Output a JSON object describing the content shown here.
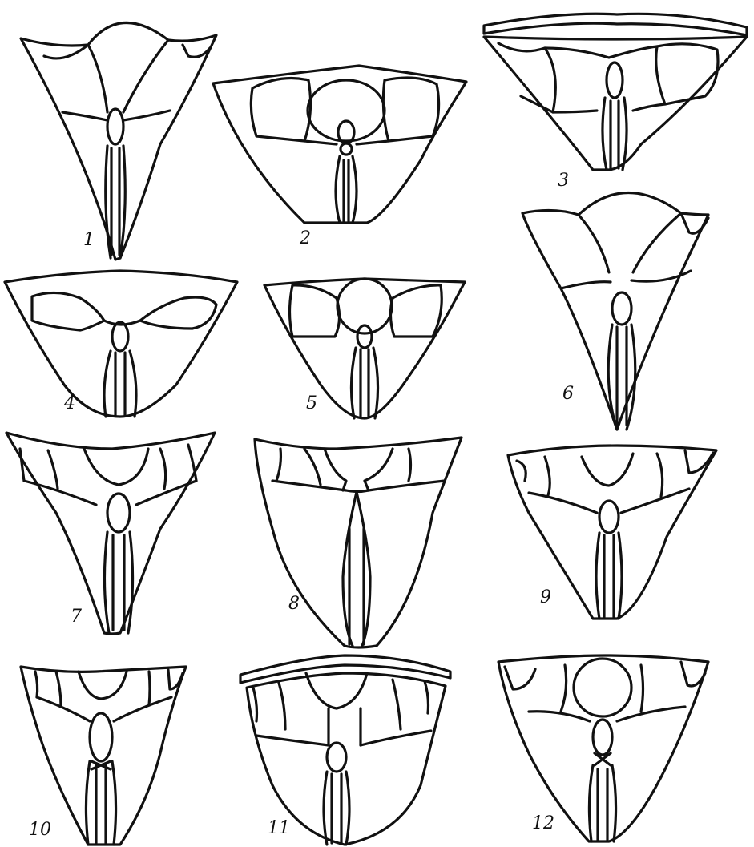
{
  "colors": {
    "ink": "#111111",
    "paper": "#ffffff"
  },
  "figures": [
    {
      "id": 1,
      "label": "1"
    },
    {
      "id": 2,
      "label": "2"
    },
    {
      "id": 3,
      "label": "3"
    },
    {
      "id": 4,
      "label": "4"
    },
    {
      "id": 5,
      "label": "5"
    },
    {
      "id": 6,
      "label": "6"
    },
    {
      "id": 7,
      "label": "7"
    },
    {
      "id": 8,
      "label": "8"
    },
    {
      "id": 9,
      "label": "9"
    },
    {
      "id": 10,
      "label": "10"
    },
    {
      "id": 11,
      "label": "11"
    },
    {
      "id": 12,
      "label": "12"
    }
  ]
}
